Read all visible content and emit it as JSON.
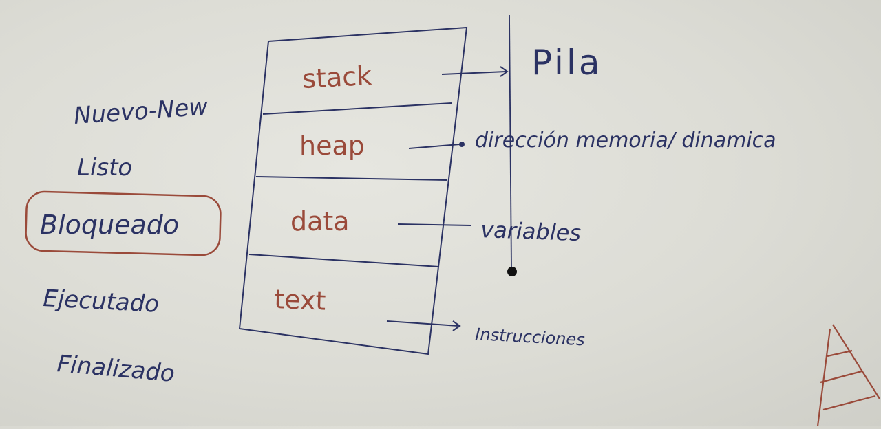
{
  "states": [
    "Nuevo-New",
    "Listo",
    "Bloqueado",
    "Ejecutado",
    "Finalizado"
  ],
  "highlighted_state": "Bloqueado",
  "memory_segments": [
    "stack",
    "heap",
    "data",
    "text"
  ],
  "annotations": {
    "stack": "Pila",
    "heap": "dirección memoria/ dinamica",
    "data": "variables",
    "text": "Instrucciones"
  },
  "colors": {
    "board": "#dcdcd5",
    "marker_blue": "#2b3263",
    "marker_red": "#9a4a3a"
  }
}
